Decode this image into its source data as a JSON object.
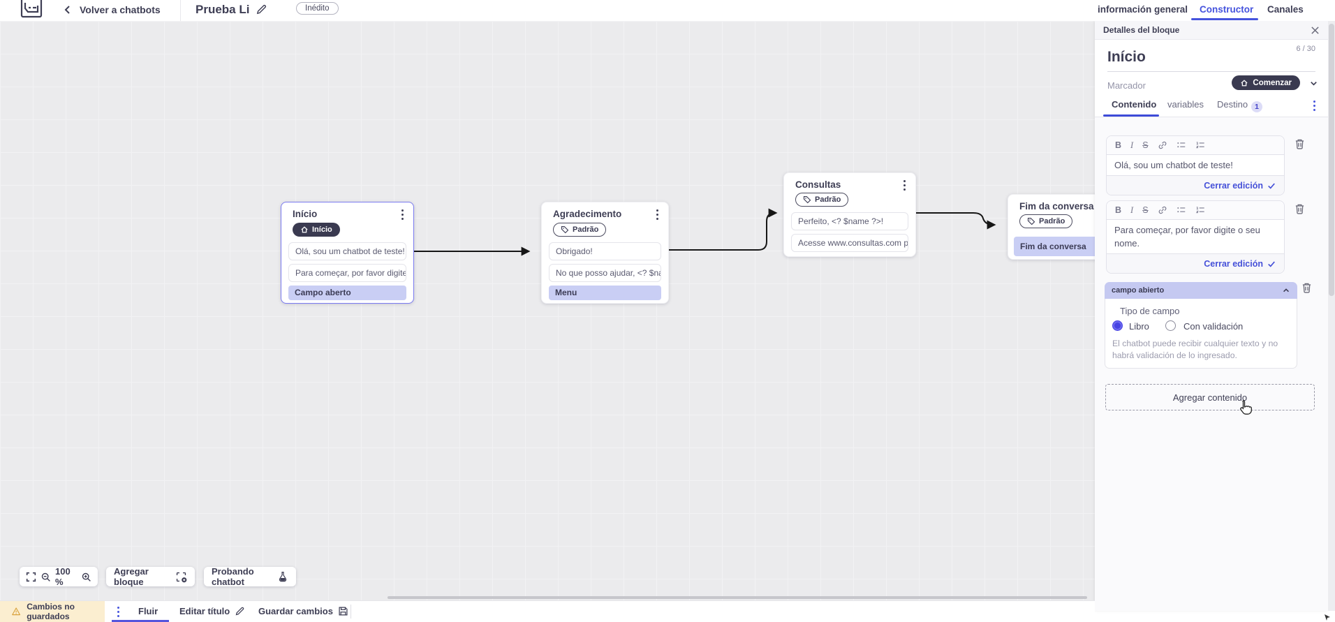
{
  "topbar": {
    "back_label": "Volver a chatbots",
    "title": "Prueba Li",
    "status_badge": "Inédito",
    "tabs": [
      {
        "label": "información general",
        "active": false
      },
      {
        "label": "Constructor",
        "active": true
      },
      {
        "label": "Canales",
        "active": false
      }
    ]
  },
  "panel": {
    "header_title": "Detalles del bloque",
    "block_name": "Início",
    "name_counter": "6 / 30",
    "marker_label": "Marcador",
    "marker_value": "Comenzar",
    "tabs": [
      {
        "label": "Contenido",
        "active": true
      },
      {
        "label": "variables",
        "active": false
      },
      {
        "label": "Destino",
        "active": false,
        "badge": "1"
      }
    ],
    "editor_toolbar": {
      "bold": "B",
      "italic": "I",
      "strike": "S"
    },
    "editors": [
      {
        "text": "Olá, sou um chatbot de teste!",
        "close_label": "Cerrar edición"
      },
      {
        "text": "Para começar, por favor digite o seu nome.",
        "close_label": "Cerrar edición"
      }
    ],
    "open_field": {
      "header": "campo abierto",
      "type_label": "Tipo de campo",
      "options": [
        {
          "label": "Libro",
          "selected": true
        },
        {
          "label": "Con validación",
          "selected": false
        }
      ],
      "help_text": "El chatbot puede recibir cualquier texto y no habrá validación de lo ingresado."
    },
    "add_content_label": "Agregar contenido"
  },
  "canvas": {
    "nodes": [
      {
        "title": "Início",
        "badge": "Início",
        "selected": true,
        "items": [
          {
            "text": "Olá, sou um chatbot de teste!"
          },
          {
            "text": "Para começar, por favor digite o ..."
          },
          {
            "text": "Campo aberto",
            "highlight": true
          }
        ]
      },
      {
        "title": "Agradecimento",
        "badge": "Padrão",
        "selected": false,
        "items": [
          {
            "text": "Obrigado!"
          },
          {
            "text": "No que posso ajudar, <? $name ..."
          },
          {
            "text": "Menu",
            "highlight": true
          }
        ]
      },
      {
        "title": "Consultas",
        "badge": "Padrão",
        "selected": false,
        "items": [
          {
            "text": "Perfeito, <? $name ?>!"
          },
          {
            "text": "Acesse www.consultas.com par..."
          }
        ]
      },
      {
        "title": "Fim da conversa",
        "badge": "Padrão",
        "selected": false,
        "items": [
          {
            "text": "Fim da conversa",
            "highlight": true
          }
        ]
      }
    ],
    "toolbar": {
      "zoom_level": "100 %",
      "add_block_label": "Agregar bloque",
      "test_chatbot_label": "Probando chatbot"
    }
  },
  "bottombar": {
    "unsaved_label": "Cambios no guardados",
    "flow_tab_label": "Fluir",
    "edit_title_label": "Editar título",
    "save_label": "Guardar cambios"
  },
  "colors": {
    "accent_blue": "#4553dd",
    "dark_navy": "#3a3a50",
    "item_highlight": "#c9cef4",
    "warning_bg": "#fbeed0",
    "node_selected_border": "#7a7af0"
  }
}
